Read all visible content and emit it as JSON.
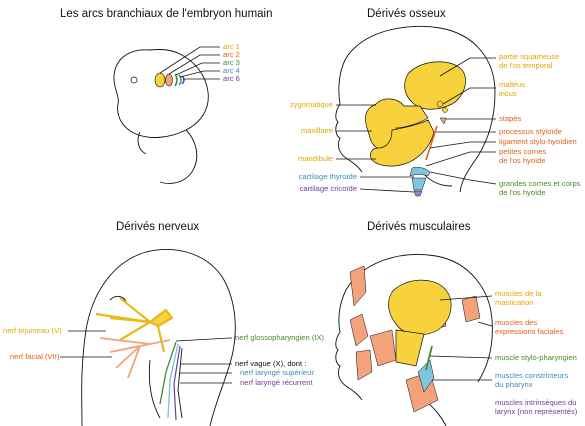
{
  "colors": {
    "bone": "#f7d23c",
    "muscle": "#f4a27c",
    "nerve_yellow": "#e8b820",
    "text_yellow": "#e0a800",
    "text_orange": "#e0621a",
    "text_blue": "#3b8fb5",
    "text_purple": "#6a3ea1",
    "text_green": "#4a8a2a",
    "cartilage_blue": "#7fc4e0",
    "cartilage_purple": "#9c84c8"
  },
  "panels": {
    "embryo": {
      "title": "Les arcs branchiaux de l'embryon humain",
      "labels": [
        "arc 1",
        "arc 2",
        "arc 3",
        "arc 4",
        "arc 6"
      ]
    },
    "bone": {
      "title": "Dérivés osseux",
      "labels": {
        "squamous_1": "partie squameuse",
        "squamous_2": "de l'os temporal",
        "malleus": "malléus",
        "incus": "incus",
        "stapes": "stapès",
        "styloid": "processus styloïde",
        "stylohyoid": "ligament stylo-hyoïdien",
        "lesser_horns_1": "petites cornes",
        "lesser_horns_2": "de l'os hyoïde",
        "zygomatic": "zygomatique",
        "maxilla": "maxillaire",
        "mandible": "mandibule",
        "thyroid": "cartilage thyroïde",
        "cricoid": "cartilage cricoïde",
        "greater_horns_1": "grandes cornes et corps",
        "greater_horns_2": "de l'os hyoïde"
      }
    },
    "nerve": {
      "title": "Dérivés nerveux",
      "labels": {
        "trigeminal": "nerf trijumeau (V)",
        "facial": "nerf facial (VII)",
        "glosso": "nerf glossopharyngien (IX)",
        "vagus": "nerf vague (X), dont :",
        "superior": "nerf laryngé supérieur",
        "recurrent": "nerf laryngé récurrent"
      }
    },
    "muscle": {
      "title": "Dérivés musculaires",
      "labels": {
        "mastication_1": "muscles de la",
        "mastication_2": "mastication",
        "facial_1": "muscles des",
        "facial_2": "expressions faciales",
        "stylo": "muscle stylo-pharyngien",
        "constrictor_1": "muscles constricteurs",
        "constrictor_2": "du pharynx",
        "intrinsic_1": "muscles intrinsèques du",
        "intrinsic_2": "larynx (non représentés)"
      }
    }
  }
}
